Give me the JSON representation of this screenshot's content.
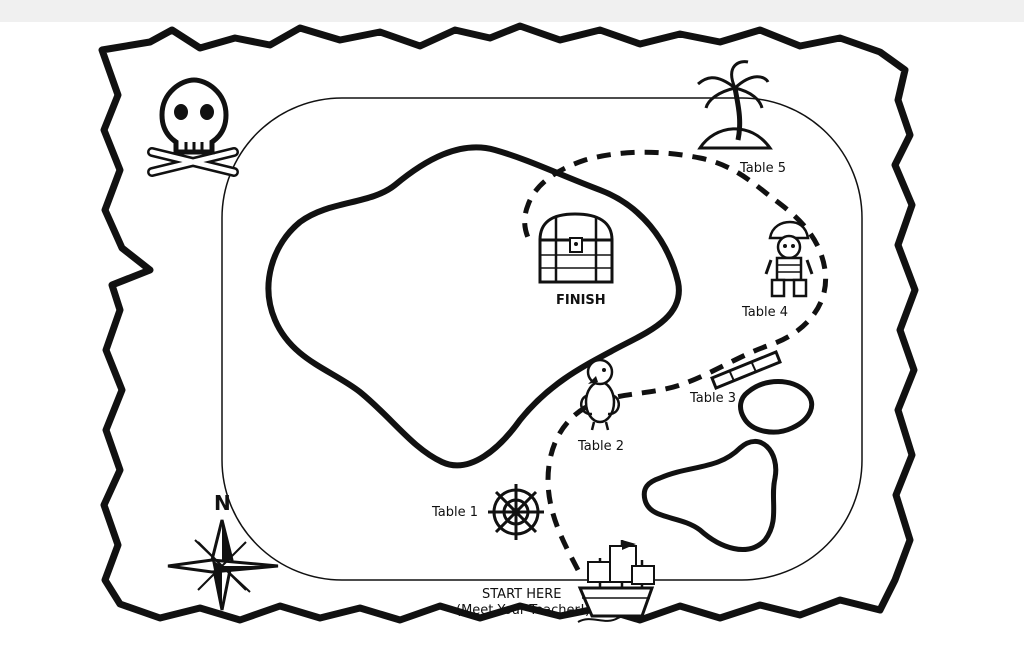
{
  "map": {
    "labels": {
      "finish": "FINISH",
      "table5": "Table 5",
      "table4": "Table 4",
      "table3": "Table 3",
      "table2": "Table 2",
      "table1": "Table 1",
      "start_line1": "START HERE",
      "start_line2": "(Meet Your Teacher!)",
      "compass_n": "N"
    },
    "icons": [
      "skull-crossbones-icon",
      "palm-tree-icon",
      "treasure-chest-icon",
      "pirate-icon",
      "telescope-icon",
      "parrot-icon",
      "ship-wheel-icon",
      "pirate-ship-icon",
      "compass-rose-icon"
    ],
    "colors": {
      "ink": "#111111",
      "paper": "#ffffff",
      "top_bar": "#f0f0f0"
    }
  }
}
